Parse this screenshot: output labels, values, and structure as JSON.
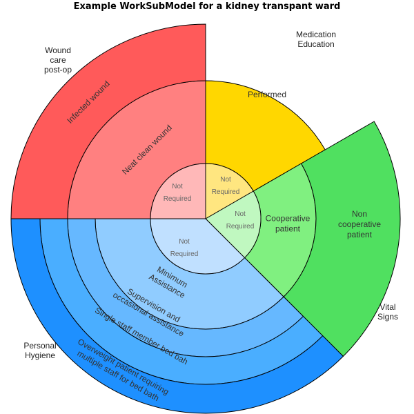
{
  "title": "Example WorkSubModel for a kidney transpant ward",
  "chart_data": {
    "type": "sunburst",
    "center_label": [
      "Not",
      "Required"
    ],
    "categories": [
      {
        "name": [
          "Medication",
          "Education"
        ],
        "color": "#FFD700",
        "center_color": "#FFE680",
        "levels": [
          {
            "label": [
              "Performed"
            ],
            "color": "#FFD700"
          }
        ]
      },
      {
        "name": [
          "Vital",
          "Signs"
        ],
        "color": "#50E060",
        "center_color": "#C0F8C0",
        "levels": [
          {
            "label": [
              "Cooperative",
              "patient"
            ],
            "color": "#80F080"
          },
          {
            "label": [
              "Non",
              "cooperative",
              "patient"
            ],
            "color": "#50E060"
          }
        ]
      },
      {
        "name": [
          "Personal",
          "Hygiene"
        ],
        "color": "#1E90FF",
        "center_color": "#C0E0FF",
        "levels": [
          {
            "label": [
              "Minimum",
              "Assistance"
            ],
            "color": "#90CCFF"
          },
          {
            "label": [
              "Supervision and",
              "occasional assistance"
            ],
            "color": "#66B8FF"
          },
          {
            "label": [
              "Single staff member bed bah"
            ],
            "color": "#4AAEFF"
          },
          {
            "label": [
              "Overweight patient requiring",
              "multiple staff for bed bath"
            ],
            "color": "#1E90FF"
          }
        ]
      },
      {
        "name": [
          "Wound",
          "care",
          "post-op"
        ],
        "color": "#FF5A5A",
        "center_color": "#FFB8B8",
        "levels": [
          {
            "label": [
              "Neat clean wound"
            ],
            "color": "#FF8080"
          },
          {
            "label": [
              "Infected wound"
            ],
            "color": "#FF5A5A"
          }
        ]
      }
    ]
  }
}
